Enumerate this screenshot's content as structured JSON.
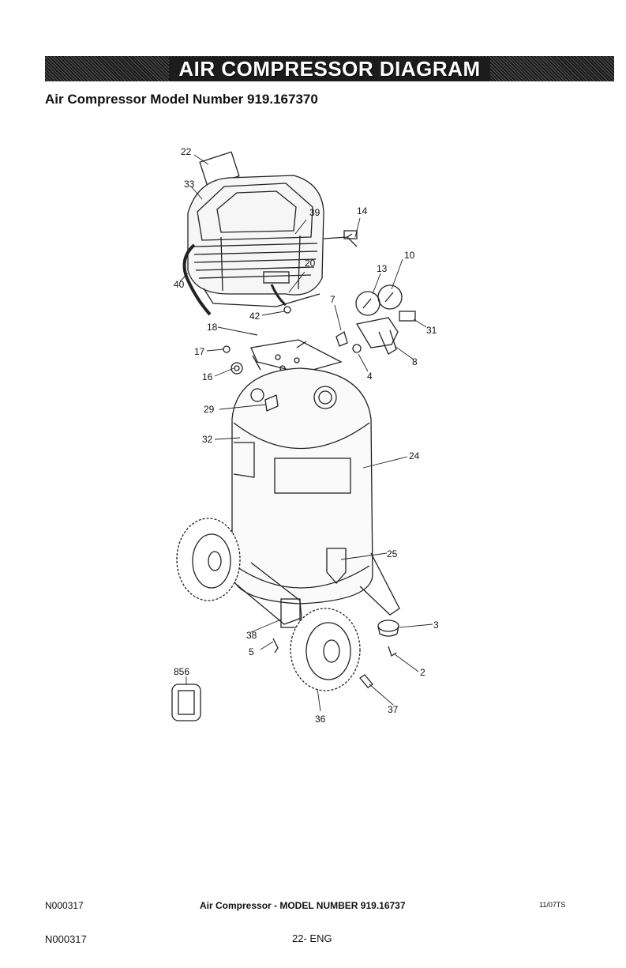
{
  "header": {
    "banner": "AIR COMPRESSOR DIAGRAM",
    "subtitle": "Air Compressor Model Number 919.167370"
  },
  "callouts": [
    "22",
    "33",
    "39",
    "14",
    "10",
    "13",
    "20",
    "40",
    "7",
    "42",
    "18",
    "31",
    "17",
    "8",
    "16",
    "4",
    "29",
    "32",
    "24",
    "25",
    "3",
    "38",
    "5",
    "2",
    "856",
    "37",
    "36"
  ],
  "footer": {
    "code": "N000317",
    "title": "Air Compressor - MODEL NUMBER 919.16737",
    "date": "11/07TS",
    "page_code": "N000317",
    "page_number": "22- ENG"
  }
}
